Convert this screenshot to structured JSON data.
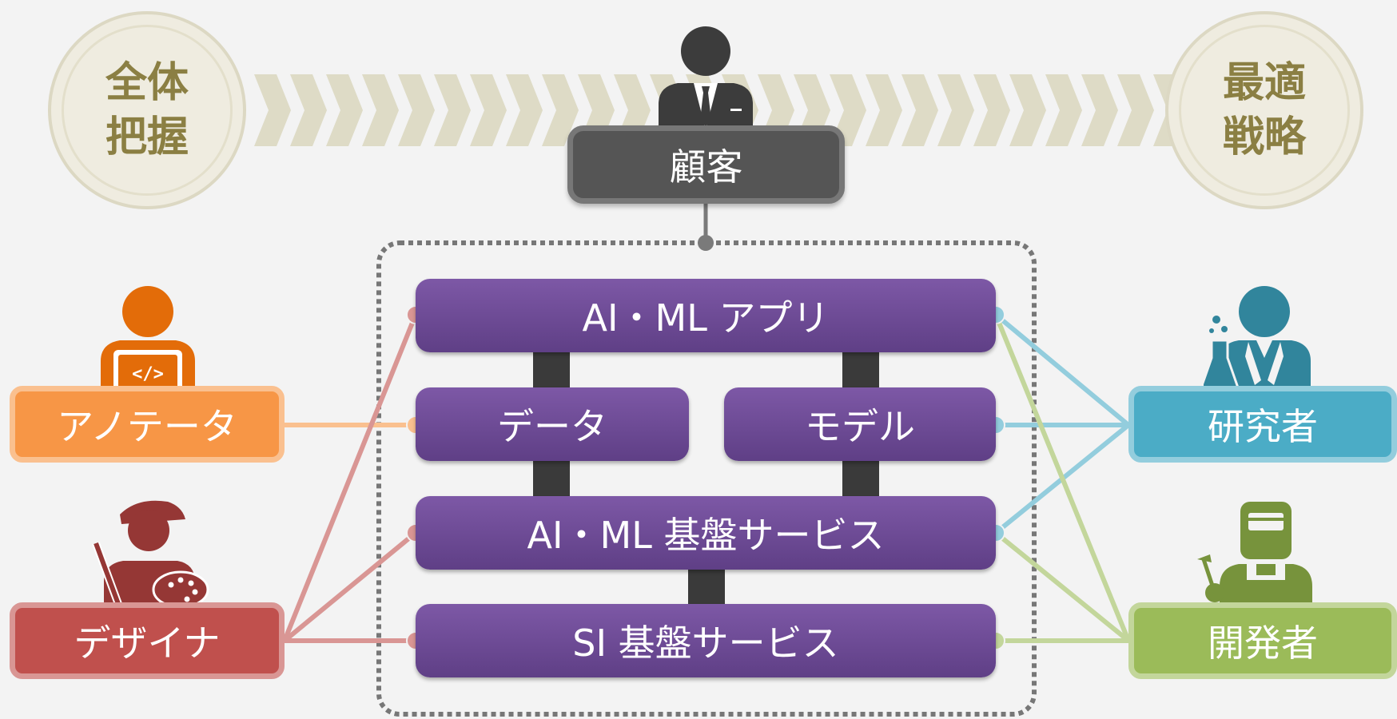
{
  "medallions": {
    "left": "全体把握",
    "right": "最適戦略"
  },
  "customer": {
    "label": "顧客"
  },
  "layers": {
    "app": "AI・ML アプリ",
    "data": "データ",
    "model": "モデル",
    "ml_platform": "AI・ML 基盤サービス",
    "si_platform": "SI 基盤サービス"
  },
  "roles": {
    "annotator": "アノテータ",
    "designer": "デザイナ",
    "researcher": "研究者",
    "developer": "開発者"
  },
  "colors": {
    "annotator": "#f79646",
    "designer": "#c0504d",
    "researcher": "#4bacc6",
    "developer": "#9bbb59",
    "layer": "#6f4e98",
    "customer": "#555555",
    "medallion_text": "#8b7f43",
    "chevron": "#dedbc6"
  },
  "icons": {
    "annotator": "laptop-coder-person-icon",
    "designer": "painter-person-icon",
    "researcher": "scientist-person-icon",
    "developer": "welder-person-icon",
    "customer": "businessman-icon"
  }
}
